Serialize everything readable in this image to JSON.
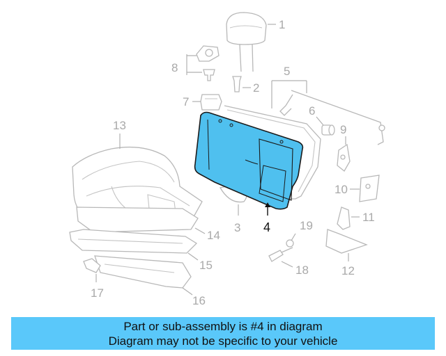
{
  "diagram": {
    "callouts": {
      "c1": "1",
      "c2": "2",
      "c3": "3",
      "c4": "4",
      "c5": "5",
      "c6": "6",
      "c7": "7",
      "c8": "8",
      "c9": "9",
      "c10": "10",
      "c11": "11",
      "c12": "12",
      "c13": "13",
      "c14": "14",
      "c15": "15",
      "c16": "16",
      "c17": "17",
      "c18": "18",
      "c19": "19"
    },
    "highlight_part": "4",
    "colors": {
      "highlight_fill": "#4fc0ef",
      "highlight_stroke": "#1a1a1a",
      "line_art": "#b8b8b8",
      "banner": "#5ac8fa"
    }
  },
  "banner": {
    "line1": "Part or sub-assembly is #4 in diagram",
    "line2": "Diagram may not be specific to your vehicle"
  }
}
